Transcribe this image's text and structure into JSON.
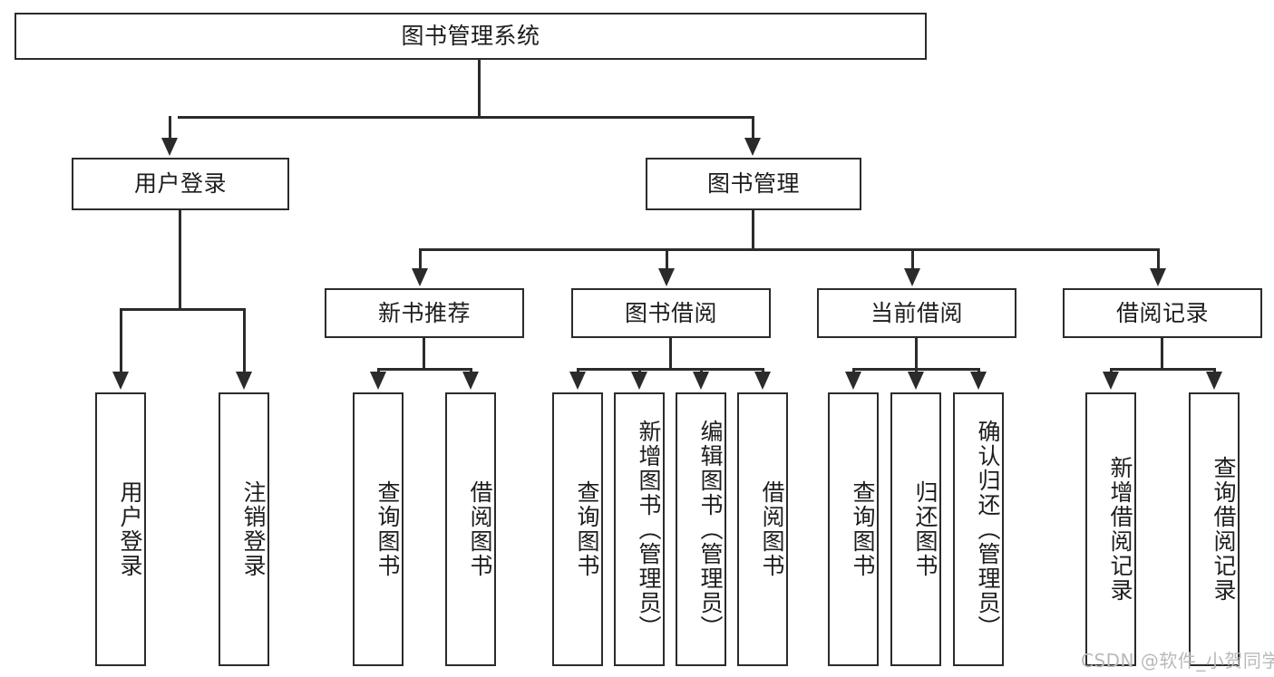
{
  "diagram": {
    "title": "图书管理系统",
    "root": {
      "label": "图书管理系统"
    },
    "level2": [
      {
        "label": "用户登录"
      },
      {
        "label": "图书管理"
      }
    ],
    "level3": [
      {
        "label": "新书推荐"
      },
      {
        "label": "图书借阅"
      },
      {
        "label": "当前借阅"
      },
      {
        "label": "借阅记录"
      }
    ],
    "leaves": {
      "user_login": [
        {
          "label": "用户登录"
        },
        {
          "label": "注销登录"
        }
      ],
      "new_book_recommend": [
        {
          "label": "查询图书"
        },
        {
          "label": "借阅图书"
        }
      ],
      "book_borrow": [
        {
          "label": "查询图书"
        },
        {
          "label": "新增图书（管理员）"
        },
        {
          "label": "编辑图书（管理员）"
        },
        {
          "label": "借阅图书"
        }
      ],
      "current_borrow": [
        {
          "label": "查询图书"
        },
        {
          "label": "归还图书"
        },
        {
          "label": "确认归还（管理员）"
        }
      ],
      "borrow_record": [
        {
          "label": "新增借阅记录"
        },
        {
          "label": "查询借阅记录"
        }
      ]
    }
  },
  "watermark": {
    "text": "CSDN @软件_小贺同学"
  },
  "colors": {
    "stroke": "#2b2b2b",
    "fill": "#ffffff",
    "text": "#1d1d1d",
    "watermark": "#b9b9b9"
  }
}
